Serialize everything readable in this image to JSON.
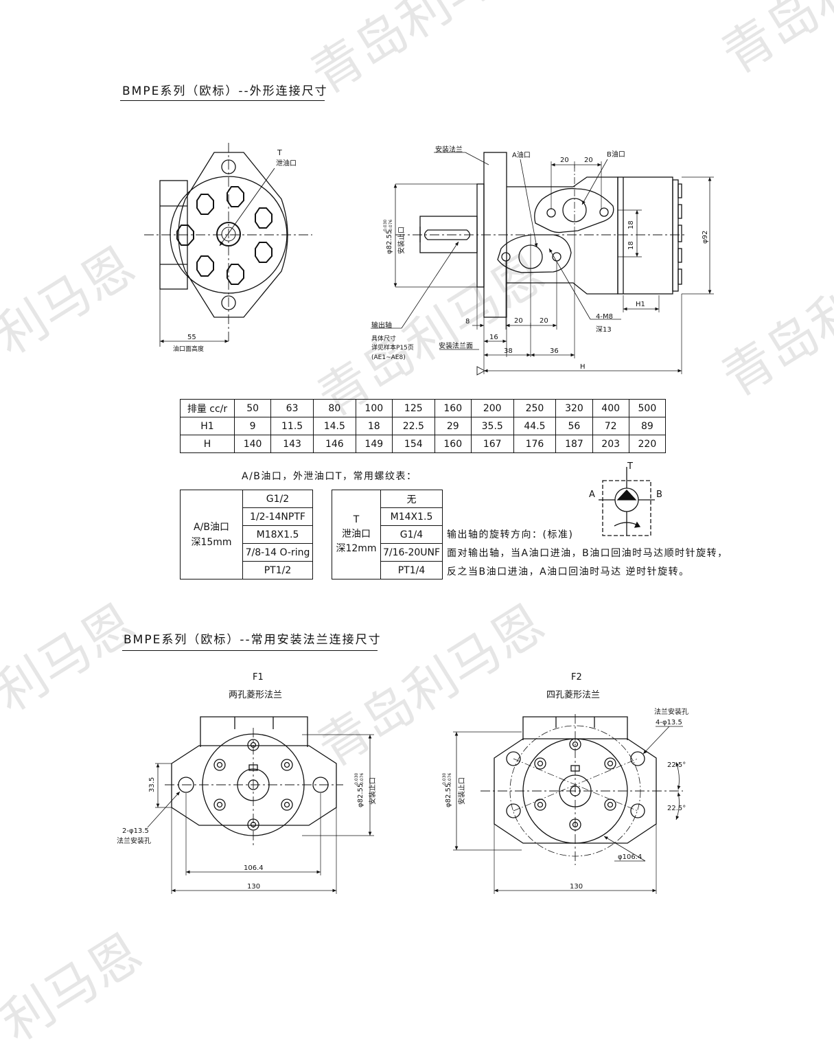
{
  "watermarks": [
    "青岛利马恩",
    "利马恩",
    "青岛利",
    "青岛利马恩",
    "青岛利",
    "利马恩",
    "青岛利马恩",
    "利马恩"
  ],
  "section1": {
    "title": "BMPE系列（欧标）--外形连接尺寸",
    "front_view": {
      "drain_label_T": "T",
      "drain_label_name": "泄油口",
      "dim_55": "55",
      "oil_face_height": "油口面高度"
    },
    "side_view": {
      "mount_flange": "安装法兰",
      "port_A": "A油口",
      "port_B": "B油口",
      "dim_20a": "20",
      "dim_20b": "20",
      "dim_18a": "18",
      "dim_18b": "18",
      "dia_92": "φ92",
      "pilot_dia": "φ82.55",
      "pilot_tol_upper": "-0.030",
      "pilot_tol_lower": "-0.076",
      "pilot_name": "安装止口",
      "shaft_name": "输出轴",
      "shaft_note1": "具体尺寸",
      "shaft_note2": "详见样本P15页",
      "shaft_note3": "(AE1~AE8)",
      "mount_face": "安装法兰面",
      "dim_8": "8",
      "dim_16": "16",
      "dim_38": "38",
      "dim_36": "36",
      "dim_20c": "20",
      "dim_20d": "20",
      "thread_4M8": "4-M8",
      "depth_13": "深13",
      "H1": "H1",
      "H": "H"
    },
    "disp_table": {
      "row_labels": [
        "排量 cc/r",
        "H1",
        "H"
      ],
      "displacement": [
        "50",
        "63",
        "80",
        "100",
        "125",
        "160",
        "200",
        "250",
        "320",
        "400",
        "500"
      ],
      "H1": [
        "9",
        "11.5",
        "14.5",
        "18",
        "22.5",
        "29",
        "35.5",
        "44.5",
        "56",
        "72",
        "89"
      ],
      "H": [
        "140",
        "143",
        "146",
        "149",
        "154",
        "160",
        "167",
        "176",
        "187",
        "203",
        "220"
      ]
    },
    "thread_caption": "A/B油口，外泄油口T，常用螺纹表：",
    "ab_table": {
      "label_line1": "A/B油口",
      "label_line2": "深15mm",
      "threads": [
        "G1/2",
        "1/2-14NPTF",
        "M18X1.5",
        "7/8-14 O-ring",
        "PT1/2"
      ]
    },
    "t_table": {
      "label_line1": "T",
      "label_line2": "泄油口",
      "label_line3": "深12mm",
      "threads": [
        "无",
        "M14X1.5",
        "G1/4",
        "7/16-20UNF",
        "PT1/4"
      ]
    },
    "rotation": {
      "line1": "输出轴的旋转方向：(标准)",
      "line2": "面对输出轴，当A油口进油，B油口回油时马达顺时针旋转，",
      "line3": "反之当B油口进油，A油口回油时马达 逆时针旋转。"
    },
    "symbol": {
      "A": "A",
      "B": "B",
      "T": "T"
    }
  },
  "section2": {
    "title": "BMPE系列（欧标）--常用安装法兰连接尺寸",
    "f1": {
      "code": "F1",
      "name": "两孔菱形法兰",
      "dim_33_5": "33.5",
      "holes": "2-φ13.5",
      "holes_name": "法兰安装孔",
      "dim_106_4": "106.4",
      "dim_130": "130",
      "pilot_dia": "φ82.55",
      "pilot_tol_upper": "-0.030",
      "pilot_tol_lower": "-0.076",
      "pilot_name": "安装止口"
    },
    "f2": {
      "code": "F2",
      "name": "四孔菱形法兰",
      "holes_name": "法兰安装孔",
      "holes": "4-φ13.5",
      "angle1": "22.5°",
      "angle2": "22.5°",
      "dia_106_4": "φ106.4",
      "dim_130": "130",
      "pilot_dia": "φ82.55",
      "pilot_tol_upper": "-0.030",
      "pilot_tol_lower": "-0.076",
      "pilot_name": "安装止口"
    }
  }
}
